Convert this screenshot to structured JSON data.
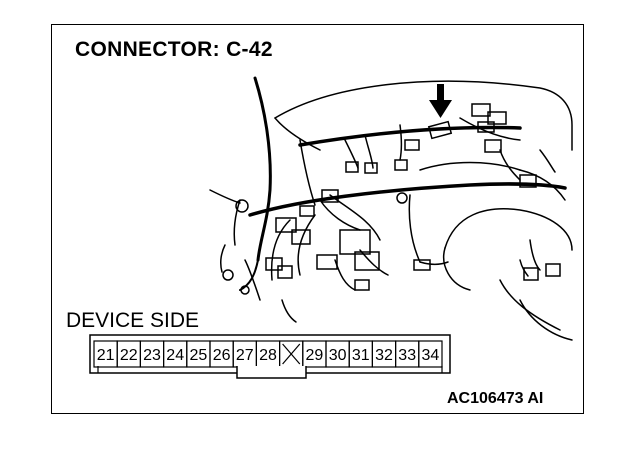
{
  "title": "CONNECTOR: C-42",
  "device_side_label": "DEVICE SIDE",
  "figure_code": "AC106473 AI",
  "connector": {
    "pins": [
      "21",
      "22",
      "23",
      "24",
      "25",
      "26",
      "27",
      "28",
      "",
      "29",
      "30",
      "31",
      "32",
      "33",
      "34"
    ],
    "empty_pin_marker": "x-mark"
  },
  "icons": {
    "pointer": "down-arrow-icon"
  }
}
